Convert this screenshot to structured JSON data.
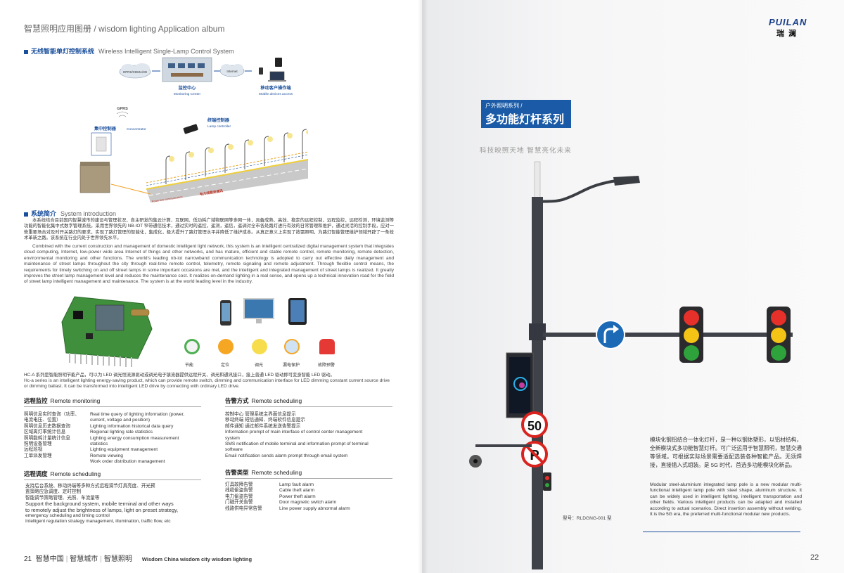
{
  "left": {
    "album_title": "智慧照明应用图册 / wisdom lighting Application album",
    "section1": {
      "cn": "无线智能单灯控制系统",
      "en": "Wireless Intelligent Single-Lamp Control System"
    },
    "diagram": {
      "gprs_cdma": "GPRS/CDMA/3G",
      "internet": "Internet",
      "monitoring_cn": "监控中心",
      "monitoring_en": "Monitoring Center",
      "mobile_cn": "移动客户操作端",
      "mobile_en": "Mobile devices access",
      "gprs": "GPRS",
      "concentrator_cn": "集中控制器",
      "concentrator_en": "Concentrator",
      "lamp_ctrl_cn": "终端控制器",
      "lamp_ctrl_en": "Lamp controller",
      "plc_en": "Power line communication",
      "plc_cn": "电力线载波通讯"
    },
    "section2": {
      "cn": "系统简介",
      "en": "System introduction"
    },
    "intro_cn": "本系统结合目前国内智慧城市的建设与管理状况，自主研发的集云计算、互联网、低功耗广域物联网等多网一体，具备成熟、高效、稳定的远程控制，远程监控，远程检测，环境监测等功能的智能化集中式数字管理系统。采用世界领先的 NB-IOT 窄带通信技术，通过实时的遥控，遥测，遥信，遥调对全市各处路灯进行有效的日常管理和维护，通过灵活的控制手段，应对一些重要场合对及时开关路灯的要求，实现了路灯管理的智能化，集成化，极大提升了路灯管理水平并降低了维护成本。从真正意义上实现了按需照明，为路灯智能管理维护领域开辟了一条技术革新之路。该系统在行业内处于世界领先水平。",
    "intro_en": "Combined with the current construction and management of domestic intelligent light network, this system is an intelligent centralized digital management system that integrates cloud computing, Internet, low-power wide area Internet of things and other networks, and has mature, efficient and stable remote control, remote monitoring, remote detection, environmental monitoring and other functions. The world's leading nb-iot narrowband communication technology is adopted to carry out effective daily management and maintenance of street lamps throughout the city through real-time remote control, telemetry, remote signaling and remote adjustment. Through flexible control means, the requirements for timely switching on and off street lamps in some important occasions are met, and the intelligent and integrated management of street lamps is realized. It greatly improves the street lamp management level and reduces the maintenance cost. It realizes on-demand lighting in a real sense, and opens up a technical innovation road for the field of street lamp intelligent management and maintenance. The system is at the world leading level in the industry.",
    "features": [
      "节能",
      "定位",
      "调光",
      "漏电保护",
      "故障预警"
    ],
    "hca_cn": "HC-A 系列是智能照明节能产品，可以为 LED 调光恒流源驱动或调光电子镇流器提供远程开关、调光和通讯接口，接上普通 LED 驱动即可变身智能 LED 驱动。",
    "hca_en": "Hc-a series is an intelligent lighting energy-saving product, which can provide remote switch, dimming and communication interface for LED dimming constant current source drive or dimming ballast. It can be transformed into intelligent LED drive by connecting with ordinary LED drive.",
    "remote_monitoring": {
      "cn": "远程监控",
      "en": "Remote monitoring",
      "left_lines": [
        "照明信息实时查询（功率、",
        "电流电压、位置）",
        "照明信息历史数据查询",
        "区域离灯率统计信息",
        "照明能耗计量统计信息",
        "照明设备管理",
        "远程巡视",
        "工单派发管理"
      ],
      "right_lines": [
        "Real time query of lighting information (power,",
        "current, voltage and position)",
        "Lighting information historical data query",
        "Regional lighting rate statistics",
        "Lighting energy consumption measurement",
        "statistics",
        "Lighting equipment management",
        "Remote viewing",
        "Work order distribution management"
      ]
    },
    "remote_scheduling": {
      "cn": "远程调度",
      "en": "Remote scheduling",
      "lines": [
        "支持后台系统、移动终端等多种方式远程调节灯具亮度、开光预",
        "置策略应急调度、定时控制",
        "智能调节策略管理、光照、车流量等",
        "Support the background system, mobile terminal and other ways",
        "to remotely adjust the brightness of lamps, light on preset strategy,",
        "emergency scheduling and timing control",
        "Intelligent regulation strategy management, illumination, traffic flow, etc"
      ]
    },
    "alarm_mode": {
      "cn": "告警方式",
      "en": "Remote scheduling",
      "lines": [
        "控制中心  管理系统主界面信息提示",
        "移动终端  短信通知、终端软件信息提示",
        "邮件通知  通过邮件系统发送告警提示",
        "Information prompt of main interface of control center management",
        "system",
        "SMS notification of mobile terminal and information prompt of terminal",
        "software",
        "Email notification sends alarm prompt through email system"
      ]
    },
    "alarm_type": {
      "cn": "告警类型",
      "en": "Remote scheduling",
      "left_lines": [
        "灯具故障告警",
        "线缆偷盗告警",
        "电力偷盗告警",
        "门磁开关告警",
        "线路供电异常告警"
      ],
      "right_lines": [
        "Lamp fault alarm",
        "Cable theft alarm",
        "Power theft alarm",
        "Door magnetic switch alarm",
        "Line power supply abnormal alarm"
      ]
    },
    "footer": {
      "page": "21",
      "a": "智慧中国",
      "b": "智慧城市",
      "c": "智慧照明",
      "en": "Wisdom China  wisdom city  wisdom lighting"
    }
  },
  "right": {
    "logo": "PUILAN",
    "logo_cn": "瑞澜",
    "series_small": "户外照明系列 /",
    "series_big": "多功能灯杆系列",
    "slogan": "科技映照天地   智慧亮化未来",
    "speed_limit": "50",
    "desc_cn": "模块化钢铝结合一体化灯杆，是一种以钢体塑形，以铝材结构，全新模块式多功能智慧灯杆。可广泛运用于智慧照明，智慧交通等领域。可根据实际场景需要适配选装各种智能产品。无须焊接，直接插入式组装。是 5G 时代，首选多功能模块化新品。",
    "desc_en": "Modular steel-aluminium integrated lamp pole is a new modular multi-functional intelligent lamp pole with steel shape, aluminum structure. It can be widely used in intelligent lighting, intelligent transportation and other fields. Various intelligent products can be adapted and installed according to actual scenarios. Direct insertion assembly without welding. It is the 5G era, the preferred multi-functional modular new products.",
    "model": "型号：RLDGNG-001 型",
    "page": "22"
  },
  "colors": {
    "brand_blue": "#1a5aa6",
    "traffic_red": "#e8302a",
    "traffic_yellow": "#f3c316",
    "traffic_green": "#2fa33b"
  }
}
